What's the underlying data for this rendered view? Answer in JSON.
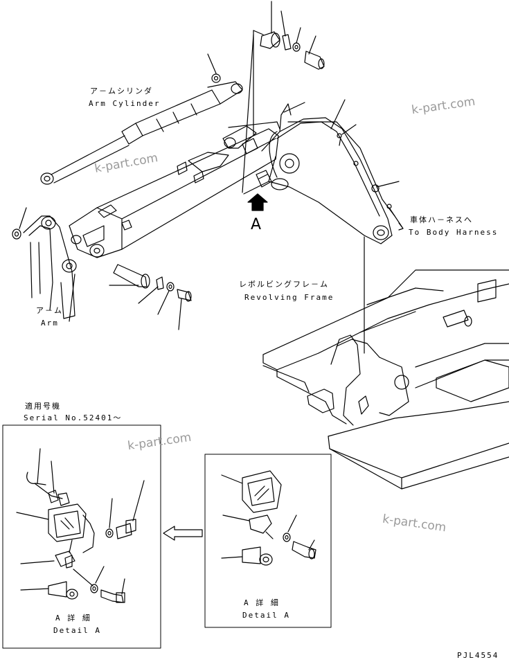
{
  "labels": {
    "arm_cylinder_jp": "ア－ムシリンダ",
    "arm_cylinder_en": "Arm Cylinder",
    "to_body_harness_jp": "車体ハ－ネスへ",
    "to_body_harness_en": "To Body Harness",
    "revolving_frame_jp": "レボルビングフレ－ム",
    "revolving_frame_en": "Revolving Frame",
    "arm_jp": "ア－ム",
    "arm_en": "Arm",
    "view_marker": "A",
    "serial_title_jp": "適用号機",
    "serial_number": "Serial No.52401～",
    "detail_left_jp": "A 詳 細",
    "detail_left_en": "Detail A",
    "detail_right_jp": "A 詳 細",
    "detail_right_en": "Detail A",
    "drawing_code": "PJL4554"
  },
  "watermark": "k-part.com",
  "colors": {
    "line": "#000000",
    "watermark": "#9a9a9a"
  }
}
